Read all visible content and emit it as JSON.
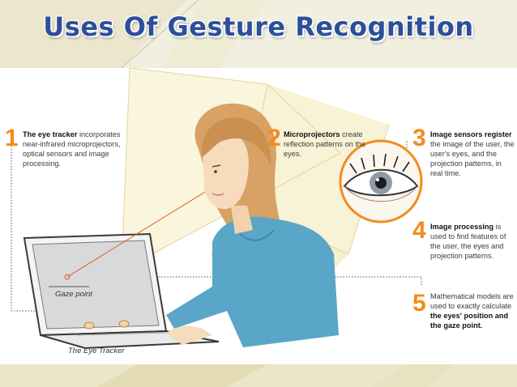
{
  "slide": {
    "title": "Uses Of Gesture Recognition",
    "colors": {
      "title": "#2d4f9a",
      "accent": "#f28c1c",
      "shirt": "#5aa6c8",
      "hair": "#d7a263",
      "background": "#f1efe0"
    }
  },
  "diagram": {
    "steps": [
      {
        "number": "1",
        "lead": "The eye tracker",
        "text": " incorporates near-infrared microprojectors, optical sensors and image processing."
      },
      {
        "number": "2",
        "lead": "Microprojectors",
        "text": " create reflection patterns on the eyes."
      },
      {
        "number": "3",
        "lead": "Image sensors register",
        "text": " the image of the user, the user's eyes, and the projection patterns, in real time."
      },
      {
        "number": "4",
        "lead": "Image processing",
        "text": " is used to find features of the user, the eyes and projection patterns."
      },
      {
        "number": "5",
        "lead": "",
        "text": "Mathematical models are used to exactly calculate ",
        "tail": "the eyes' position and the gaze point."
      }
    ],
    "labels": {
      "gaze_point": "Gaze point",
      "eye_tracker": "The Eye Tracker"
    }
  }
}
